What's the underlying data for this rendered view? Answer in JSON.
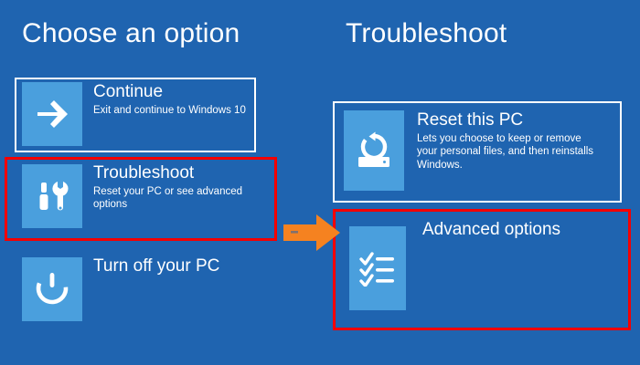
{
  "colors": {
    "background_blue": "#1f64b0",
    "tile_blue": "#4a9fdd",
    "selection_white": "#ffffff",
    "annotation_red": "#f40000",
    "flow_arrow_orange": "#f58220",
    "text_white": "#ffffff"
  },
  "left_panel": {
    "heading": "Choose an option",
    "options": [
      {
        "title": "Continue",
        "description": "Exit and continue to Windows 10",
        "icon": "right-arrow-icon",
        "selected_white": true,
        "annotated_red": false
      },
      {
        "title": "Troubleshoot",
        "description": "Reset your PC or see advanced options",
        "icon": "screwdriver-wrench-icon",
        "selected_white": false,
        "annotated_red": true
      },
      {
        "title": "Turn off your PC",
        "description": "",
        "icon": "power-icon",
        "selected_white": false,
        "annotated_red": false
      }
    ]
  },
  "right_panel": {
    "heading": "Troubleshoot",
    "options": [
      {
        "title": "Reset this PC",
        "description": "Lets you choose to keep or remove your personal files, and then reinstalls Windows.",
        "icon": "reset-pc-icon",
        "selected_white": true,
        "annotated_red": false
      },
      {
        "title": "Advanced options",
        "description": "",
        "icon": "checklist-icon",
        "selected_white": false,
        "annotated_red": true
      }
    ]
  },
  "annotations": {
    "flow_arrow": {
      "icon": "right-flow-arrow-icon",
      "direction": "right",
      "color": "#f58220"
    }
  }
}
